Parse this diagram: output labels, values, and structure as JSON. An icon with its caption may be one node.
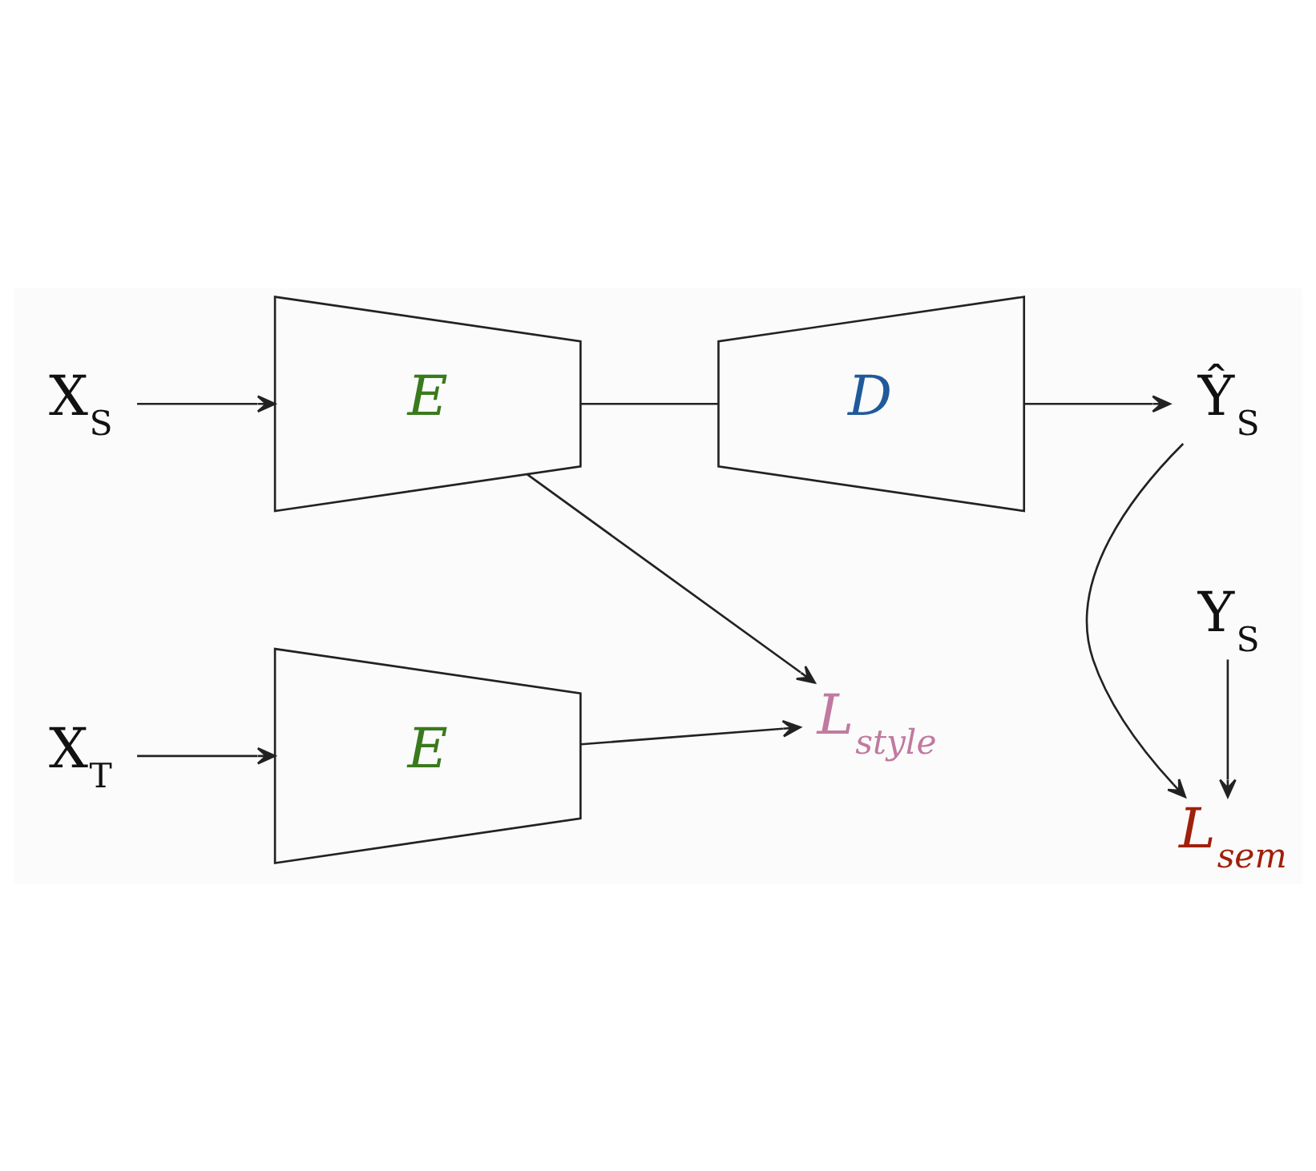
{
  "diagram": {
    "nodes": [
      {
        "text": [
          "X$_{S}$"
        ]
      },
      {
        "text": [
          "E"
        ]
      },
      {
        "text": [
          "D"
        ]
      },
      {
        "text": [
          "Ŷ$_{S}$"
        ]
      },
      {
        "text": [
          "L$_{sem}$"
        ]
      },
      {
        "text": [
          "L$_{style}$"
        ]
      },
      {
        "text": [
          "Y$_{S}$"
        ]
      },
      {
        "text": [
          "X$_{T}$"
        ]
      },
      {
        "text": [
          "E"
        ]
      }
    ],
    "edges": [
      {
        "from": 0,
        "to": 1,
        "arrow": "to"
      },
      {
        "from": 1,
        "to": 2,
        "arrow": "none"
      },
      {
        "from": 2,
        "to": 3,
        "arrow": "to"
      },
      {
        "from": 3,
        "to": 4,
        "arrow": "to"
      },
      {
        "from": 6,
        "to": 4,
        "arrow": "to"
      },
      {
        "from": 1,
        "to": 5,
        "arrow": "to"
      },
      {
        "from": 8,
        "to": 5,
        "arrow": "to"
      },
      {
        "from": 7,
        "to": 8,
        "arrow": "to"
      }
    ]
  }
}
